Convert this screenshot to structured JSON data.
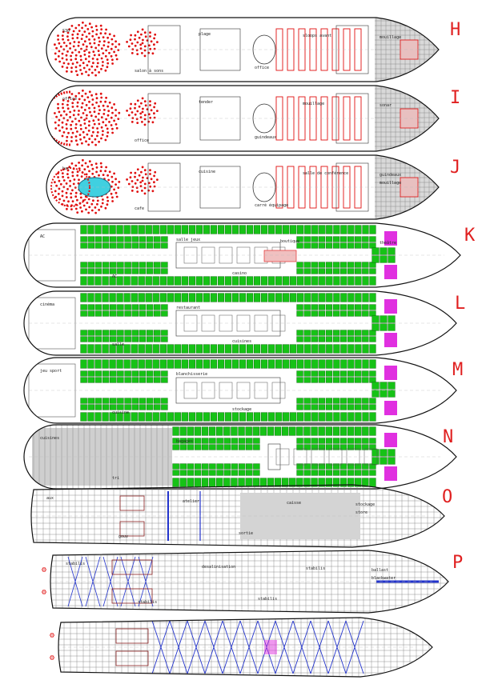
{
  "decks": [
    {
      "letter": "H",
      "labels": [
        "S30",
        "salon à sons",
        "plage",
        "office",
        "sloops avant",
        "mouillage"
      ]
    },
    {
      "letter": "I",
      "labels": [
        "office",
        "office",
        "tender",
        "guindeaux",
        "mouillage",
        "sonar"
      ]
    },
    {
      "letter": "J",
      "labels": [
        "bar",
        "cafe",
        "cuisine",
        "carré équipage",
        "salle de conférence",
        "guindeaux",
        "mouillage"
      ]
    },
    {
      "letter": "K",
      "labels": [
        "AC",
        "AC",
        "salle jeux",
        "casino",
        "boutique",
        "théâtre"
      ]
    },
    {
      "letter": "L",
      "labels": [
        "cinéma",
        "salle",
        "restaurant",
        "cuisines"
      ]
    },
    {
      "letter": "M",
      "labels": [
        "jeu sport",
        "cuisine",
        "blanchisserie",
        "stockage"
      ]
    },
    {
      "letter": "N",
      "labels": [
        "cuisines",
        "tri",
        "bagages"
      ]
    },
    {
      "letter": "O",
      "labels": [
        "aux",
        "gouv",
        "atelier",
        "sortie",
        "caisse",
        "stockage",
        "store"
      ]
    },
    {
      "letter": "P",
      "labels": [
        "stabilis",
        "stabilis",
        "desalinisation",
        "stabilis",
        "stabilis",
        "ballast",
        "blackwater"
      ]
    },
    {
      "letter": "",
      "labels": []
    }
  ],
  "colors": {
    "green": "#16c216",
    "magenta": "#e030e0",
    "red": "#e01010",
    "grey": "#8c8c8c",
    "blue": "#2233cc",
    "brown": "#8a2020",
    "letter": "#e02020"
  }
}
